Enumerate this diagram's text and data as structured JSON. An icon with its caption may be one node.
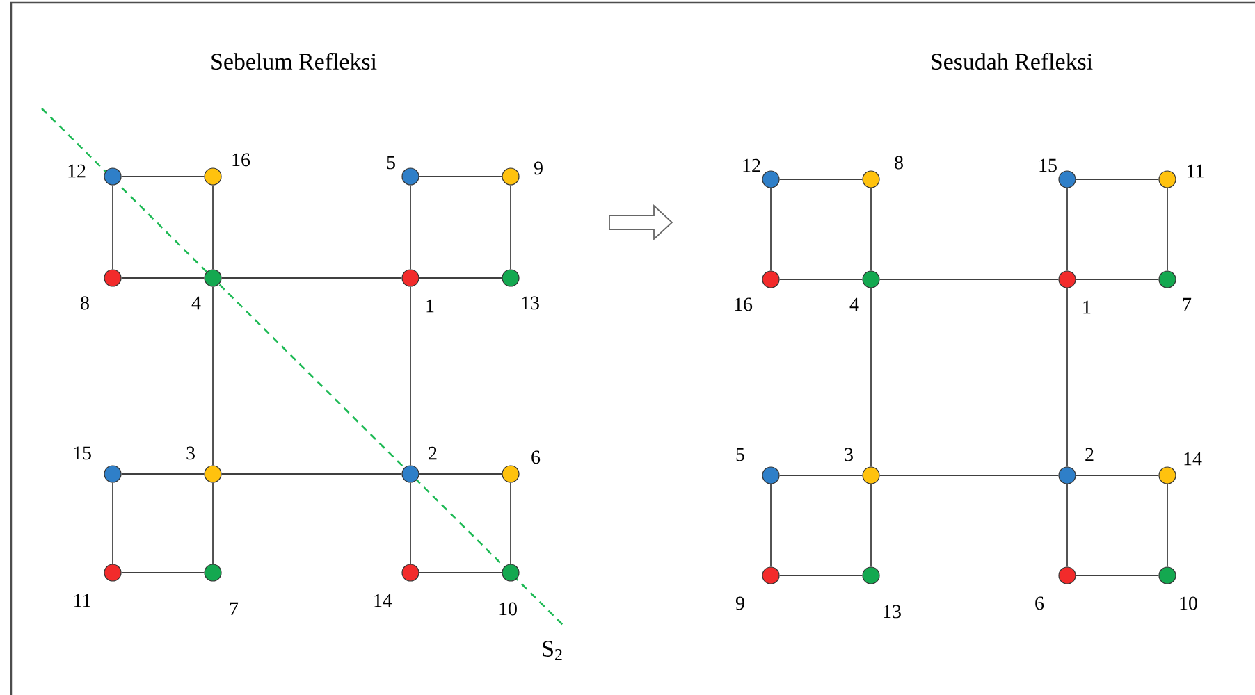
{
  "diagram": {
    "nodes": [
      {
        "text": [],
        "shape": "circle",
        "beside": [
          "12"
        ]
      },
      {
        "text": [],
        "shape": "circle",
        "beside": [
          "16"
        ]
      },
      {
        "text": [],
        "shape": "circle",
        "beside": [
          "5"
        ]
      },
      {
        "text": [],
        "shape": "circle",
        "beside": [
          "9"
        ]
      },
      {
        "text": [],
        "shape": "circle",
        "beside": [
          "8"
        ]
      },
      {
        "text": [],
        "shape": "circle",
        "beside": [
          "4"
        ]
      },
      {
        "text": [],
        "shape": "circle",
        "beside": [
          "1"
        ]
      },
      {
        "text": [],
        "shape": "circle",
        "beside": [
          "13"
        ]
      },
      {
        "text": [],
        "shape": "circle",
        "beside": [
          "15"
        ]
      },
      {
        "text": [],
        "shape": "circle",
        "beside": [
          "3"
        ]
      },
      {
        "text": [],
        "shape": "circle",
        "beside": [
          "2"
        ]
      },
      {
        "text": [],
        "shape": "circle",
        "beside": [
          "6"
        ]
      },
      {
        "text": [],
        "shape": "circle",
        "beside": [
          "11"
        ]
      },
      {
        "text": [],
        "shape": "circle",
        "beside": [
          "7"
        ]
      },
      {
        "text": [],
        "shape": "circle",
        "beside": [
          "14"
        ]
      },
      {
        "text": [],
        "shape": "circle",
        "beside": [
          "10"
        ]
      },
      {
        "text": [],
        "shape": "circle",
        "beside": [
          "12"
        ]
      },
      {
        "text": [],
        "shape": "circle",
        "beside": [
          "8"
        ]
      },
      {
        "text": [],
        "shape": "circle",
        "beside": [
          "15"
        ]
      },
      {
        "text": [],
        "shape": "circle",
        "beside": [
          "11"
        ]
      },
      {
        "text": [],
        "shape": "circle",
        "beside": [
          "16"
        ]
      },
      {
        "text": [],
        "shape": "circle",
        "beside": [
          "4"
        ]
      },
      {
        "text": [],
        "shape": "circle",
        "beside": [
          "1"
        ]
      },
      {
        "text": [],
        "shape": "circle",
        "beside": [
          "7"
        ]
      },
      {
        "text": [],
        "shape": "circle",
        "beside": [
          "5"
        ]
      },
      {
        "text": [],
        "shape": "circle",
        "beside": [
          "3"
        ]
      },
      {
        "text": [],
        "shape": "circle",
        "beside": [
          "2"
        ]
      },
      {
        "text": [],
        "shape": "circle",
        "beside": [
          "14"
        ]
      },
      {
        "text": [],
        "shape": "circle",
        "beside": [
          "9"
        ]
      },
      {
        "text": [],
        "shape": "circle",
        "beside": [
          "13"
        ]
      },
      {
        "text": [],
        "shape": "circle",
        "beside": [
          "6"
        ]
      },
      {
        "text": [],
        "shape": "circle",
        "beside": [
          "10"
        ]
      }
    ],
    "edges": [
      {
        "from": 0,
        "to": 1,
        "arrow": "none"
      },
      {
        "from": 0,
        "to": 4,
        "arrow": "none"
      },
      {
        "from": 1,
        "to": 5,
        "arrow": "none"
      },
      {
        "from": 4,
        "to": 5,
        "arrow": "none"
      },
      {
        "from": 2,
        "to": 3,
        "arrow": "none"
      },
      {
        "from": 2,
        "to": 6,
        "arrow": "none"
      },
      {
        "from": 3,
        "to": 7,
        "arrow": "none"
      },
      {
        "from": 6,
        "to": 7,
        "arrow": "none"
      },
      {
        "from": 5,
        "to": 6,
        "arrow": "none"
      },
      {
        "from": 5,
        "to": 9,
        "arrow": "none"
      },
      {
        "from": 6,
        "to": 10,
        "arrow": "none"
      },
      {
        "from": 8,
        "to": 9,
        "arrow": "none"
      },
      {
        "from": 8,
        "to": 12,
        "arrow": "none"
      },
      {
        "from": 9,
        "to": 13,
        "arrow": "none"
      },
      {
        "from": 12,
        "to": 13,
        "arrow": "none"
      },
      {
        "from": 10,
        "to": 11,
        "arrow": "none"
      },
      {
        "from": 10,
        "to": 14,
        "arrow": "none"
      },
      {
        "from": 11,
        "to": 15,
        "arrow": "none"
      },
      {
        "from": 14,
        "to": 15,
        "arrow": "none"
      },
      {
        "from": 9,
        "to": 10,
        "arrow": "none"
      },
      {
        "from": 16,
        "to": 17,
        "arrow": "none"
      },
      {
        "from": 16,
        "to": 20,
        "arrow": "none"
      },
      {
        "from": 17,
        "to": 21,
        "arrow": "none"
      },
      {
        "from": 20,
        "to": 21,
        "arrow": "none"
      },
      {
        "from": 18,
        "to": 19,
        "arrow": "none"
      },
      {
        "from": 18,
        "to": 22,
        "arrow": "none"
      },
      {
        "from": 19,
        "to": 23,
        "arrow": "none"
      },
      {
        "from": 22,
        "to": 23,
        "arrow": "none"
      },
      {
        "from": 21,
        "to": 22,
        "arrow": "none"
      },
      {
        "from": 21,
        "to": 25,
        "arrow": "none"
      },
      {
        "from": 22,
        "to": 26,
        "arrow": "none"
      },
      {
        "from": 24,
        "to": 25,
        "arrow": "none"
      },
      {
        "from": 24,
        "to": 28,
        "arrow": "none"
      },
      {
        "from": 25,
        "to": 29,
        "arrow": "none"
      },
      {
        "from": 28,
        "to": 29,
        "arrow": "none"
      },
      {
        "from": 26,
        "to": 27,
        "arrow": "none"
      },
      {
        "from": 26,
        "to": 30,
        "arrow": "none"
      },
      {
        "from": 27,
        "to": 31,
        "arrow": "none"
      },
      {
        "from": 30,
        "to": 31,
        "arrow": "none"
      },
      {
        "from": 25,
        "to": 26,
        "arrow": "none"
      }
    ],
    "labels": [
      "Sebelum Refleksi",
      "Sesudah Refleksi",
      "S$_{2}$"
    ]
  }
}
